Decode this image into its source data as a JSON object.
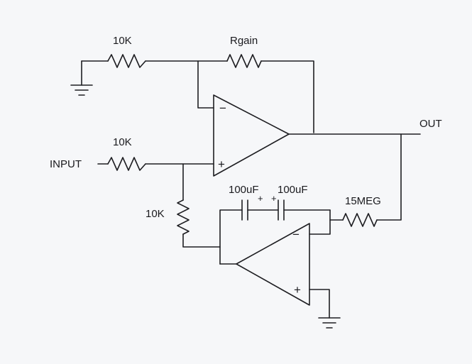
{
  "diagram": {
    "labels": {
      "r_ground_top": "10K",
      "r_gain": "Rgain",
      "r_input": "10K",
      "input": "INPUT",
      "out": "OUT",
      "r_bias": "10K",
      "c1": "100uF",
      "c2": "100uF",
      "r_feedback": "15MEG"
    },
    "symbols": {
      "u1_minus": "−",
      "u1_plus": "+",
      "u2_minus": "−",
      "u2_plus": "+",
      "c1_plus": "+",
      "c2_plus": "+"
    },
    "colors": {
      "ink": "#1e1e22",
      "paper": "#f6f7f9"
    }
  }
}
